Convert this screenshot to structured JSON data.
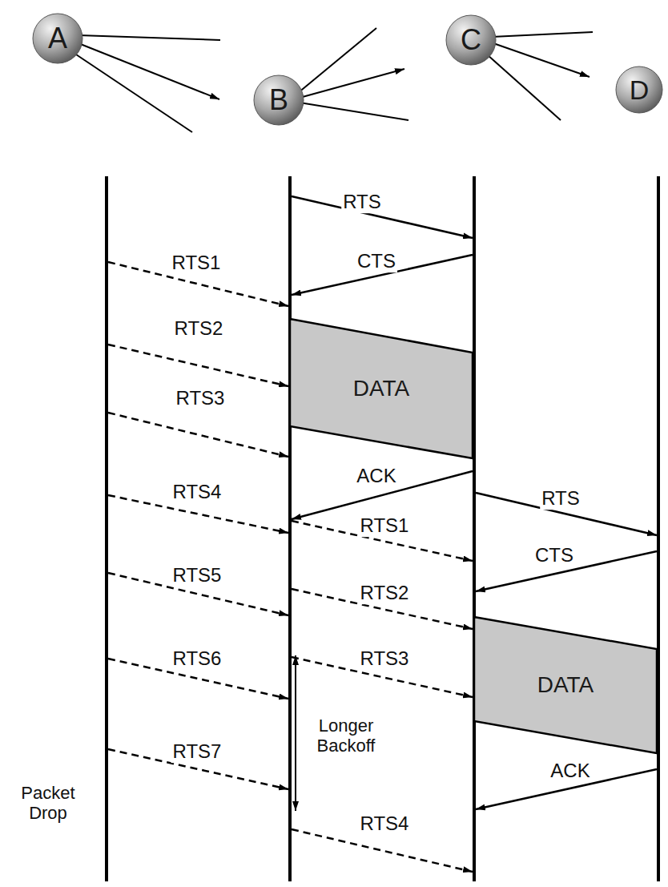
{
  "diagram": {
    "nodes": [
      {
        "text": [
          "A"
        ]
      },
      {
        "text": [
          "B"
        ]
      },
      {
        "text": [
          "C"
        ]
      },
      {
        "text": [
          "D"
        ]
      },
      {
        "text": [
          "DATA"
        ]
      },
      {
        "text": [
          "DATA"
        ]
      }
    ],
    "labels": [
      "RTS",
      "CTS",
      "RTS1",
      "RTS2",
      "RTS3",
      "ACK",
      "RTS4",
      "RTS",
      "RTS1",
      "CTS",
      "RTS5",
      "RTS2",
      "RTS6",
      "RTS3",
      "Longer Backoff",
      "RTS7",
      "ACK",
      "Packet Drop",
      "RTS4"
    ]
  }
}
